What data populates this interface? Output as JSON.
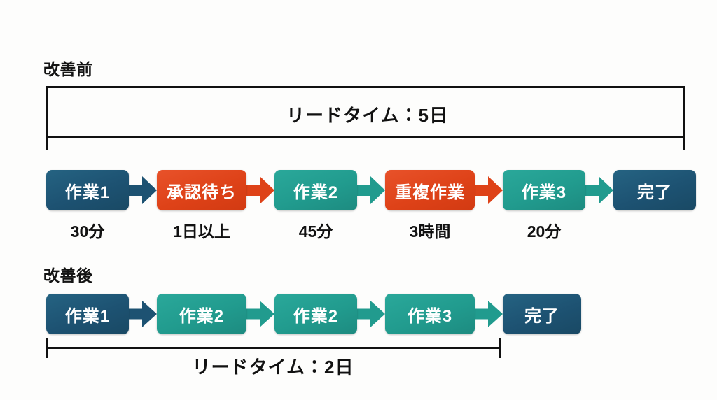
{
  "background_color": "#fdfdfc",
  "palette": {
    "blue": "#1d5272",
    "teal": "#219b8e",
    "orange": "#de4218",
    "line": "#111111",
    "text_on_node": "#ffffff"
  },
  "sections": {
    "before": {
      "label": "改善前",
      "lead_time_label": "リードタイム：5日",
      "nodes": [
        {
          "label": "作業1",
          "color": "blue",
          "duration": "30分"
        },
        {
          "label": "承認待ち",
          "color": "orange",
          "duration": "1日以上"
        },
        {
          "label": "作業2",
          "color": "teal",
          "duration": "45分"
        },
        {
          "label": "重複作業",
          "color": "orange",
          "duration": "3時間"
        },
        {
          "label": "作業3",
          "color": "teal",
          "duration": "20分"
        },
        {
          "label": "完了",
          "color": "blue",
          "duration": ""
        }
      ],
      "arrows": [
        {
          "color": "blue"
        },
        {
          "color": "orange"
        },
        {
          "color": "teal"
        },
        {
          "color": "orange"
        },
        {
          "color": "teal"
        }
      ]
    },
    "after": {
      "label": "改善後",
      "lead_time_label": "リードタイム：2日",
      "nodes": [
        {
          "label": "作業1",
          "color": "blue"
        },
        {
          "label": "作業2",
          "color": "teal"
        },
        {
          "label": "作業2",
          "color": "teal"
        },
        {
          "label": "作業3",
          "color": "teal"
        },
        {
          "label": "完了",
          "color": "blue"
        }
      ],
      "arrows": [
        {
          "color": "blue"
        },
        {
          "color": "teal"
        },
        {
          "color": "teal"
        },
        {
          "color": "teal"
        }
      ]
    }
  }
}
